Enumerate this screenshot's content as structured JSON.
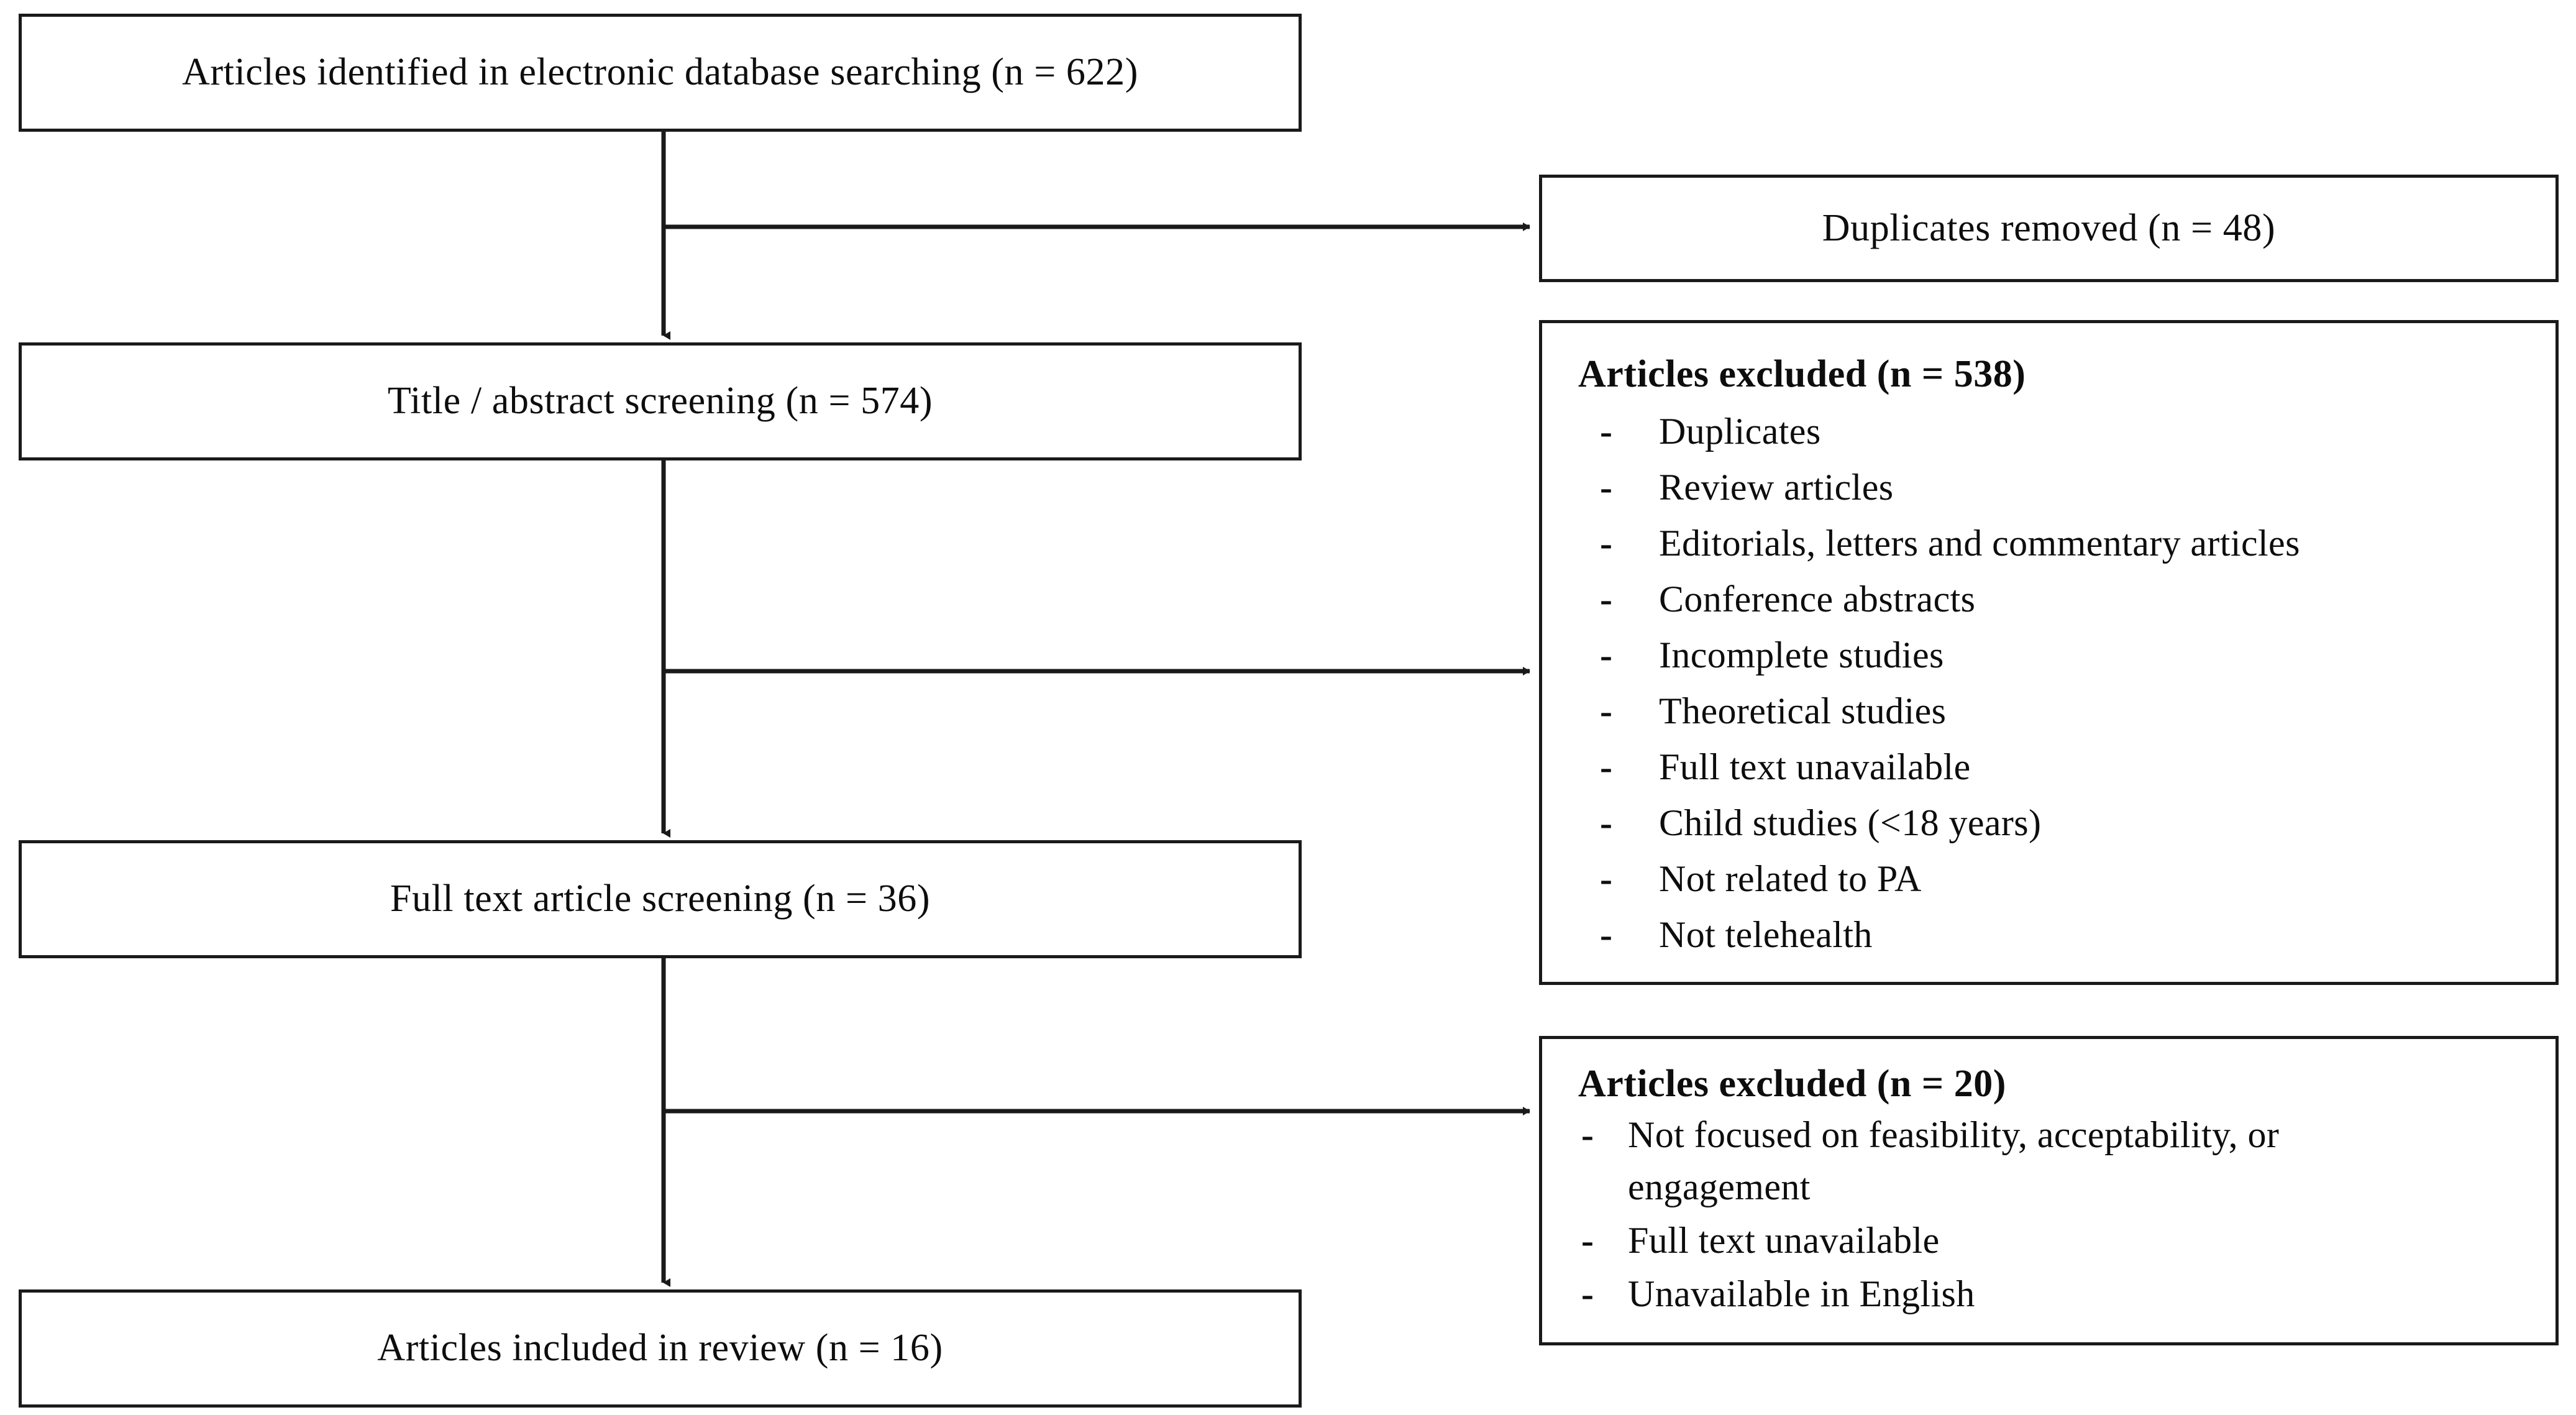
{
  "diagram": {
    "type": "prisma-flow-diagram",
    "accent_color": "#1a1a1a",
    "background_color": "#ffffff"
  },
  "flow": {
    "identified": "Articles  identified  in  electronic  database  searching  (n = 622)",
    "title_abstract": "Title  /  abstract  screening  (n = 574)",
    "full_text": "Full  text  article  screening  (n = 36)",
    "included": "Articles  included  in  review  (n = 16)"
  },
  "duplicates": {
    "label": "Duplicates  removed  (n = 48)"
  },
  "excluded_screening": {
    "heading": "Articles excluded (n = 538)",
    "bullet": "-",
    "reasons": [
      "Duplicates",
      "Review  articles",
      "Editorials,  letters  and commentary  articles",
      "Conference  abstracts",
      "Incomplete  studies",
      "Theoretical  studies",
      "Full  text unavailable",
      "Child  studies  (<18 years)",
      "Not related  to PA",
      "Not telehealth"
    ]
  },
  "excluded_fulltext": {
    "heading": "Articles excluded (n = 20)",
    "bullet": "-",
    "reasons": [
      "Not focused  on feasibility,  acceptability,  or engagement",
      "Full  text unavailable",
      "Unavailable  in English"
    ]
  }
}
